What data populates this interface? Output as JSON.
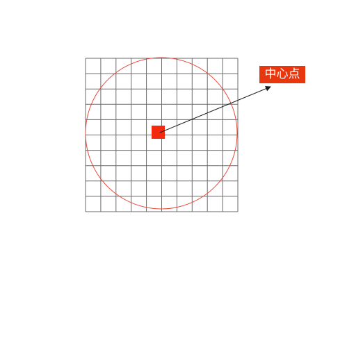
{
  "diagram": {
    "grid": {
      "columns": 10,
      "rows": 10,
      "line_color": "#6a6a6a"
    },
    "circle": {
      "stroke_color": "#e8463a"
    },
    "center_marker": {
      "fill_color": "#f42a0f"
    },
    "arrow": {
      "color": "#1a1a1a"
    },
    "callout": {
      "text": "中心点",
      "background_color": "#e8370f",
      "text_color": "#ffffff"
    }
  }
}
